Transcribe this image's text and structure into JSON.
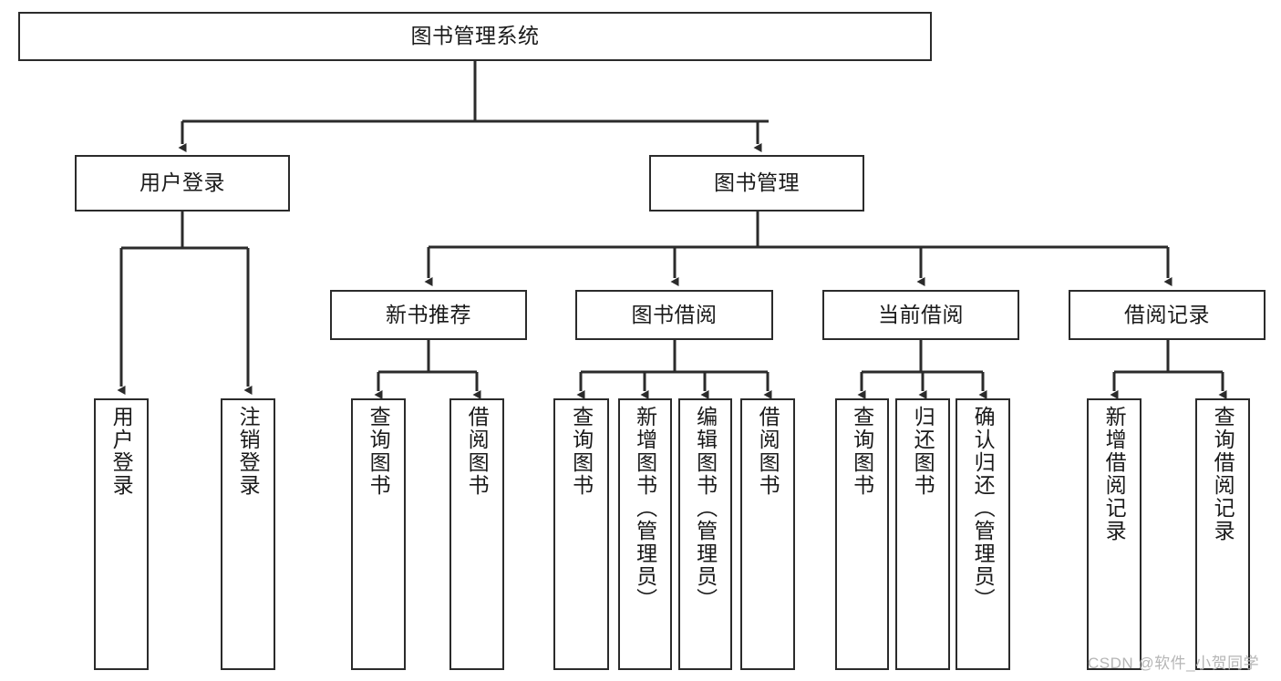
{
  "diagram": {
    "title": "图书管理系统",
    "type": "hierarchy-tree",
    "root": {
      "id": "root",
      "label": "图书管理系统"
    },
    "level2": [
      {
        "id": "user-login",
        "label": "用户登录"
      },
      {
        "id": "book-manage",
        "label": "图书管理"
      }
    ],
    "level3": [
      {
        "id": "new-book-recommend",
        "label": "新书推荐",
        "parent": "book-manage"
      },
      {
        "id": "book-borrow",
        "label": "图书借阅",
        "parent": "book-manage"
      },
      {
        "id": "current-borrow",
        "label": "当前借阅",
        "parent": "book-manage"
      },
      {
        "id": "borrow-record",
        "label": "借阅记录",
        "parent": "book-manage"
      }
    ],
    "leaves": {
      "user_login": [
        {
          "id": "leaf-user-login",
          "label": "用户登录"
        },
        {
          "id": "leaf-logout",
          "label": "注销登录"
        }
      ],
      "new_book_recommend": [
        {
          "id": "leaf-query-book-1",
          "label": "查询图书"
        },
        {
          "id": "leaf-borrow-book-1",
          "label": "借阅图书"
        }
      ],
      "book_borrow": [
        {
          "id": "leaf-query-book-2",
          "label": "查询图书"
        },
        {
          "id": "leaf-add-book",
          "label": "新增图书（管理员）"
        },
        {
          "id": "leaf-edit-book",
          "label": "编辑图书（管理员）"
        },
        {
          "id": "leaf-borrow-book-2",
          "label": "借阅图书"
        }
      ],
      "current_borrow": [
        {
          "id": "leaf-query-book-3",
          "label": "查询图书"
        },
        {
          "id": "leaf-return-book",
          "label": "归还图书"
        },
        {
          "id": "leaf-confirm-return",
          "label": "确认归还（管理员）"
        }
      ],
      "borrow_record": [
        {
          "id": "leaf-add-record",
          "label": "新增借阅记录"
        },
        {
          "id": "leaf-query-record",
          "label": "查询借阅记录"
        }
      ]
    }
  },
  "watermark": {
    "text": "CSDN @软件_小贺同学"
  },
  "colors": {
    "stroke": "#2b2b2b",
    "fill": "#ffffff",
    "text": "#1a1a1a",
    "watermark": "#b6b6b6"
  }
}
